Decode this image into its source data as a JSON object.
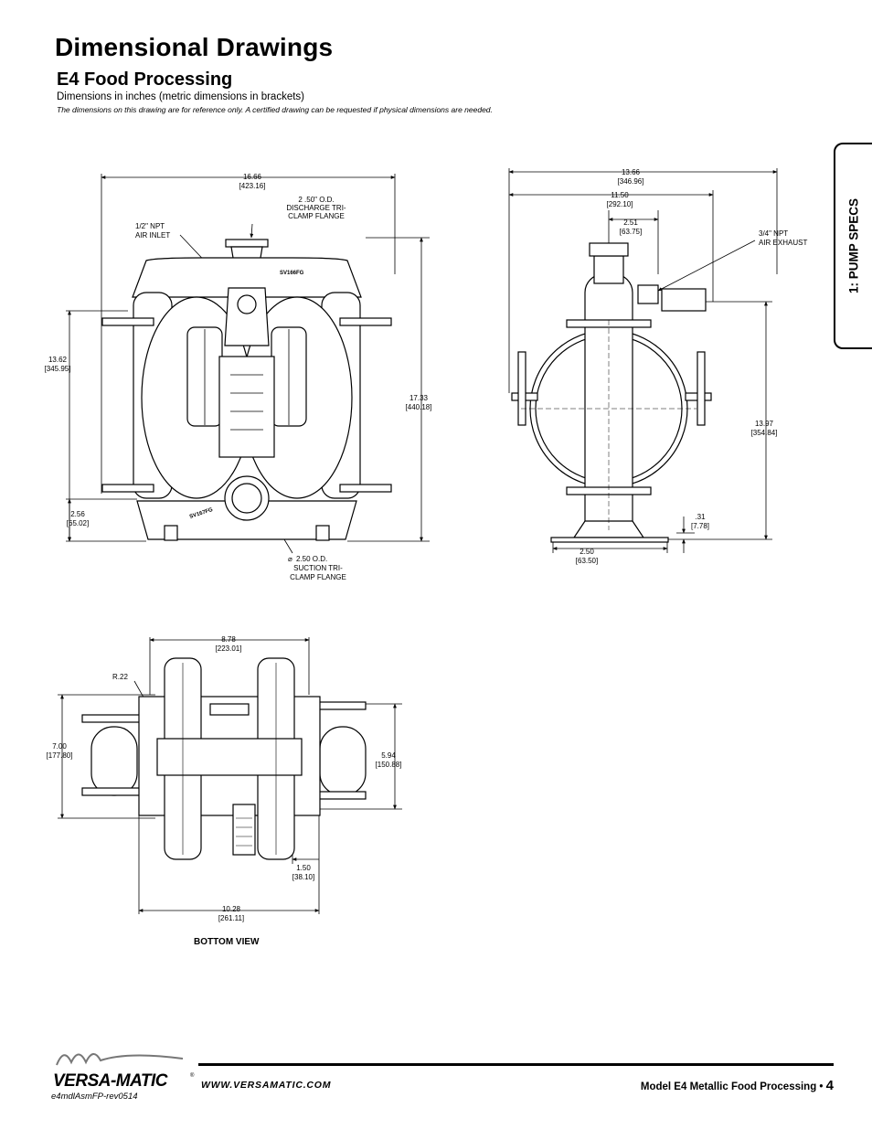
{
  "header": {
    "title": "Dimensional Drawings",
    "subtitle": "E4 Food Processing",
    "note_units": "Dimensions in inches (metric dimensions in brackets)",
    "note_reference": "The dimensions on this drawing are for reference only.  A certified drawing can be requested if physical dimensions are needed."
  },
  "side_tab": {
    "label": "1: PUMP SPECS"
  },
  "front_view": {
    "width_dim": [
      "16.66",
      "[423.16]"
    ],
    "discharge": [
      "2 .50\" O.D.",
      "DISCHARGE TRI-",
      "CLAMP FLANGE"
    ],
    "air_inlet": [
      "1/2\" NPT",
      "AIR INLET"
    ],
    "left_height": [
      "13.62",
      "[345.95]"
    ],
    "right_height": [
      "17.33",
      "[440.18]"
    ],
    "base_height": [
      "2.56",
      "[65.02]"
    ],
    "suction": [
      "2.50 O.D.",
      "SUCTION TRI-",
      "CLAMP FLANGE"
    ],
    "model_mark_top": "SV166FG",
    "model_mark_bottom": "SV167FG"
  },
  "side_view": {
    "overall_width": [
      "13.66",
      "[346.96]"
    ],
    "inner_width": [
      "11.50",
      "[292.10]"
    ],
    "center_offset": [
      "2.51",
      "[63.75]"
    ],
    "air_exhaust": [
      "3/4\" NPT",
      "AIR EXHAUST"
    ],
    "height": [
      "13.97",
      "[354.84]"
    ],
    "foot_thickness": [
      ".31",
      "[7.78]"
    ],
    "foot_width": [
      "2.50",
      "[63.50]"
    ]
  },
  "bottom_view": {
    "label": "BOTTOM VIEW",
    "top_width": [
      "8.78",
      "[223.01]"
    ],
    "radius": "R.22",
    "left_height": [
      "7.00",
      "[177.80]"
    ],
    "right_height": [
      "5.94",
      "[150.88]"
    ],
    "offset": [
      "1.50",
      "[38.10]"
    ],
    "overall_width": [
      "10.28",
      "[261.11]"
    ]
  },
  "footer": {
    "brand": "VERSA-MATIC",
    "url": "WWW.VERSAMATIC.COM",
    "model": "Model E4 Metallic Food Processing • ",
    "page": "4",
    "doc_code": "e4mdlAsmFP-rev0514"
  }
}
